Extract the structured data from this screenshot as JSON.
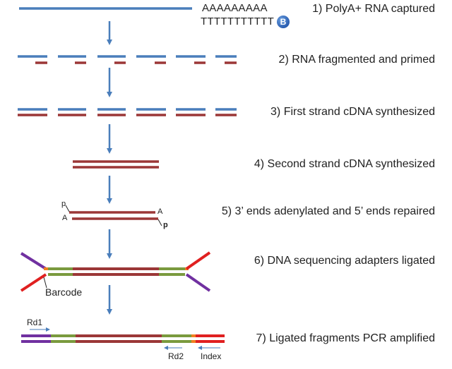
{
  "steps": [
    "1) PolyA+ RNA captured",
    "2) RNA fragmented and primed",
    "3) First strand cDNA synthesized",
    "4) Second strand cDNA synthesized",
    "5) 3’ ends adenylated and 5’ ends repaired",
    "6) DNA sequencing adapters ligated",
    "7) Ligated fragments PCR amplified"
  ],
  "sequence": {
    "polyA": "AAAAAAAAA",
    "polyT": "TTTTTTTTTTT",
    "bead_label": "B"
  },
  "labels": {
    "p_top": "p",
    "a_left": "A",
    "a_right": "A",
    "p_bottom": "p",
    "barcode": "Barcode",
    "rd1": "Rd1",
    "rd2": "Rd2",
    "index": "Index"
  },
  "colors": {
    "rna": "#4a7ebb",
    "cdna": "#9b3737",
    "adapter_green": "#7a9a3e",
    "adapter_purple": "#7030a0",
    "adapter_red": "#e02020",
    "orange": "#f08020",
    "arrow": "#4a7ebb",
    "text": "#222222"
  }
}
